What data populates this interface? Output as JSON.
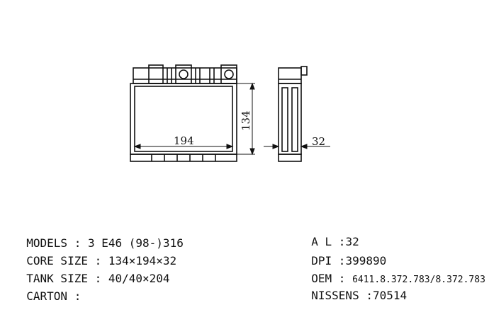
{
  "diagram": {
    "dim_width": "194",
    "dim_height": "134",
    "dim_depth": "32"
  },
  "specs_left": [
    {
      "label": "MODELS : ",
      "value": "3 E46 (98-)316"
    },
    {
      "label": "CORE SIZE : ",
      "value": "134×194×32"
    },
    {
      "label": "TANK SIZE : ",
      "value": "40/40×204"
    },
    {
      "label": "CARTON : ",
      "value": ""
    }
  ],
  "specs_right": [
    {
      "label": "A L :",
      "value": "32"
    },
    {
      "label": "DPI :",
      "value": "399890"
    },
    {
      "label": "OEM : ",
      "value": "6411.8.372.783/8.372.783"
    },
    {
      "label": "NISSENS :",
      "value": "70514"
    }
  ]
}
